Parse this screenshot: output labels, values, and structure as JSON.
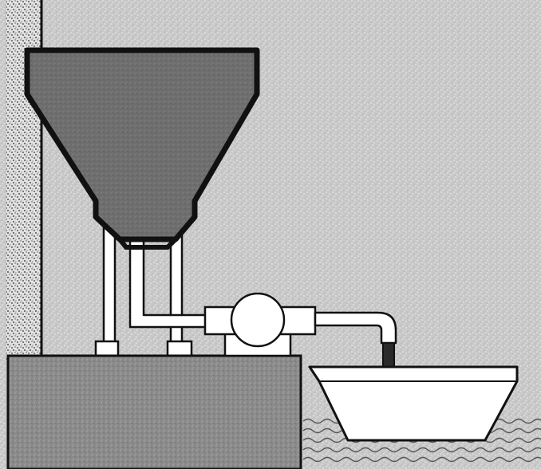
{
  "diagram": {
    "components": [
      {
        "id": "wall",
        "icon": "speckled-wall"
      },
      {
        "id": "hopper",
        "icon": "funnel-hopper"
      },
      {
        "id": "support-legs",
        "icon": "support-posts"
      },
      {
        "id": "outlet-pipe",
        "icon": "pipe"
      },
      {
        "id": "pump",
        "icon": "pump"
      },
      {
        "id": "discharge-pipe",
        "icon": "pipe"
      },
      {
        "id": "base-block",
        "icon": "concrete-block"
      },
      {
        "id": "boat",
        "icon": "barge"
      },
      {
        "id": "water",
        "icon": "wavy-water"
      }
    ],
    "colors": {
      "background": "#c8c8c8",
      "hopper_fill": "#6c6c6c",
      "hopper_outline": "#111111",
      "block_fill": "#8a8a8a",
      "wall_fill": "#dcdcdc",
      "white_parts": "#ffffff",
      "lines": "#111111"
    }
  }
}
